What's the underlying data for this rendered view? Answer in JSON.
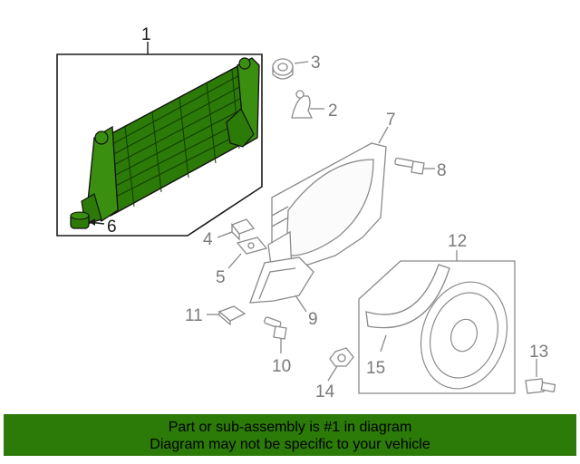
{
  "diagram": {
    "callouts": [
      {
        "id": "1",
        "label": "1"
      },
      {
        "id": "2",
        "label": "2"
      },
      {
        "id": "3",
        "label": "3"
      },
      {
        "id": "4",
        "label": "4"
      },
      {
        "id": "5",
        "label": "5"
      },
      {
        "id": "6",
        "label": "6"
      },
      {
        "id": "7",
        "label": "7"
      },
      {
        "id": "8",
        "label": "8"
      },
      {
        "id": "9",
        "label": "9"
      },
      {
        "id": "10",
        "label": "10"
      },
      {
        "id": "11",
        "label": "11"
      },
      {
        "id": "12",
        "label": "12"
      },
      {
        "id": "13",
        "label": "13"
      },
      {
        "id": "14",
        "label": "14"
      },
      {
        "id": "15",
        "label": "15"
      }
    ],
    "highlight_color": "#2c7a07",
    "line_color": "#8a8a8a"
  },
  "banner": {
    "line1": "Part or sub-assembly is #1 in diagram",
    "line2": "Diagram may not be specific to your vehicle",
    "background": "#2c7a07"
  }
}
